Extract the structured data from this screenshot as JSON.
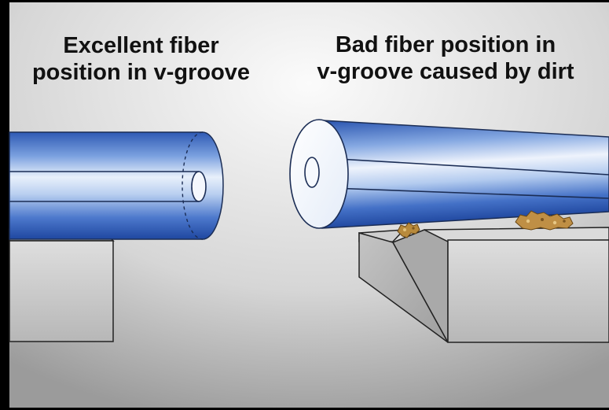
{
  "captions": {
    "left_line1": "Excellent fiber",
    "left_line2": "position in v-groove",
    "right_line1": "Bad fiber position in",
    "right_line2": "v-groove caused by dirt"
  },
  "colors": {
    "background_light": "#f4f4f4",
    "background_dark": "#9a9a9a",
    "fiber_blue": "#2f5db8",
    "fiber_highlight": "#ffffff",
    "groove_gray": "#bdbdbd",
    "dirt": "#b98a3a"
  },
  "icons": [
    "fiber-cylinder",
    "v-groove-block",
    "dirt-particle"
  ]
}
